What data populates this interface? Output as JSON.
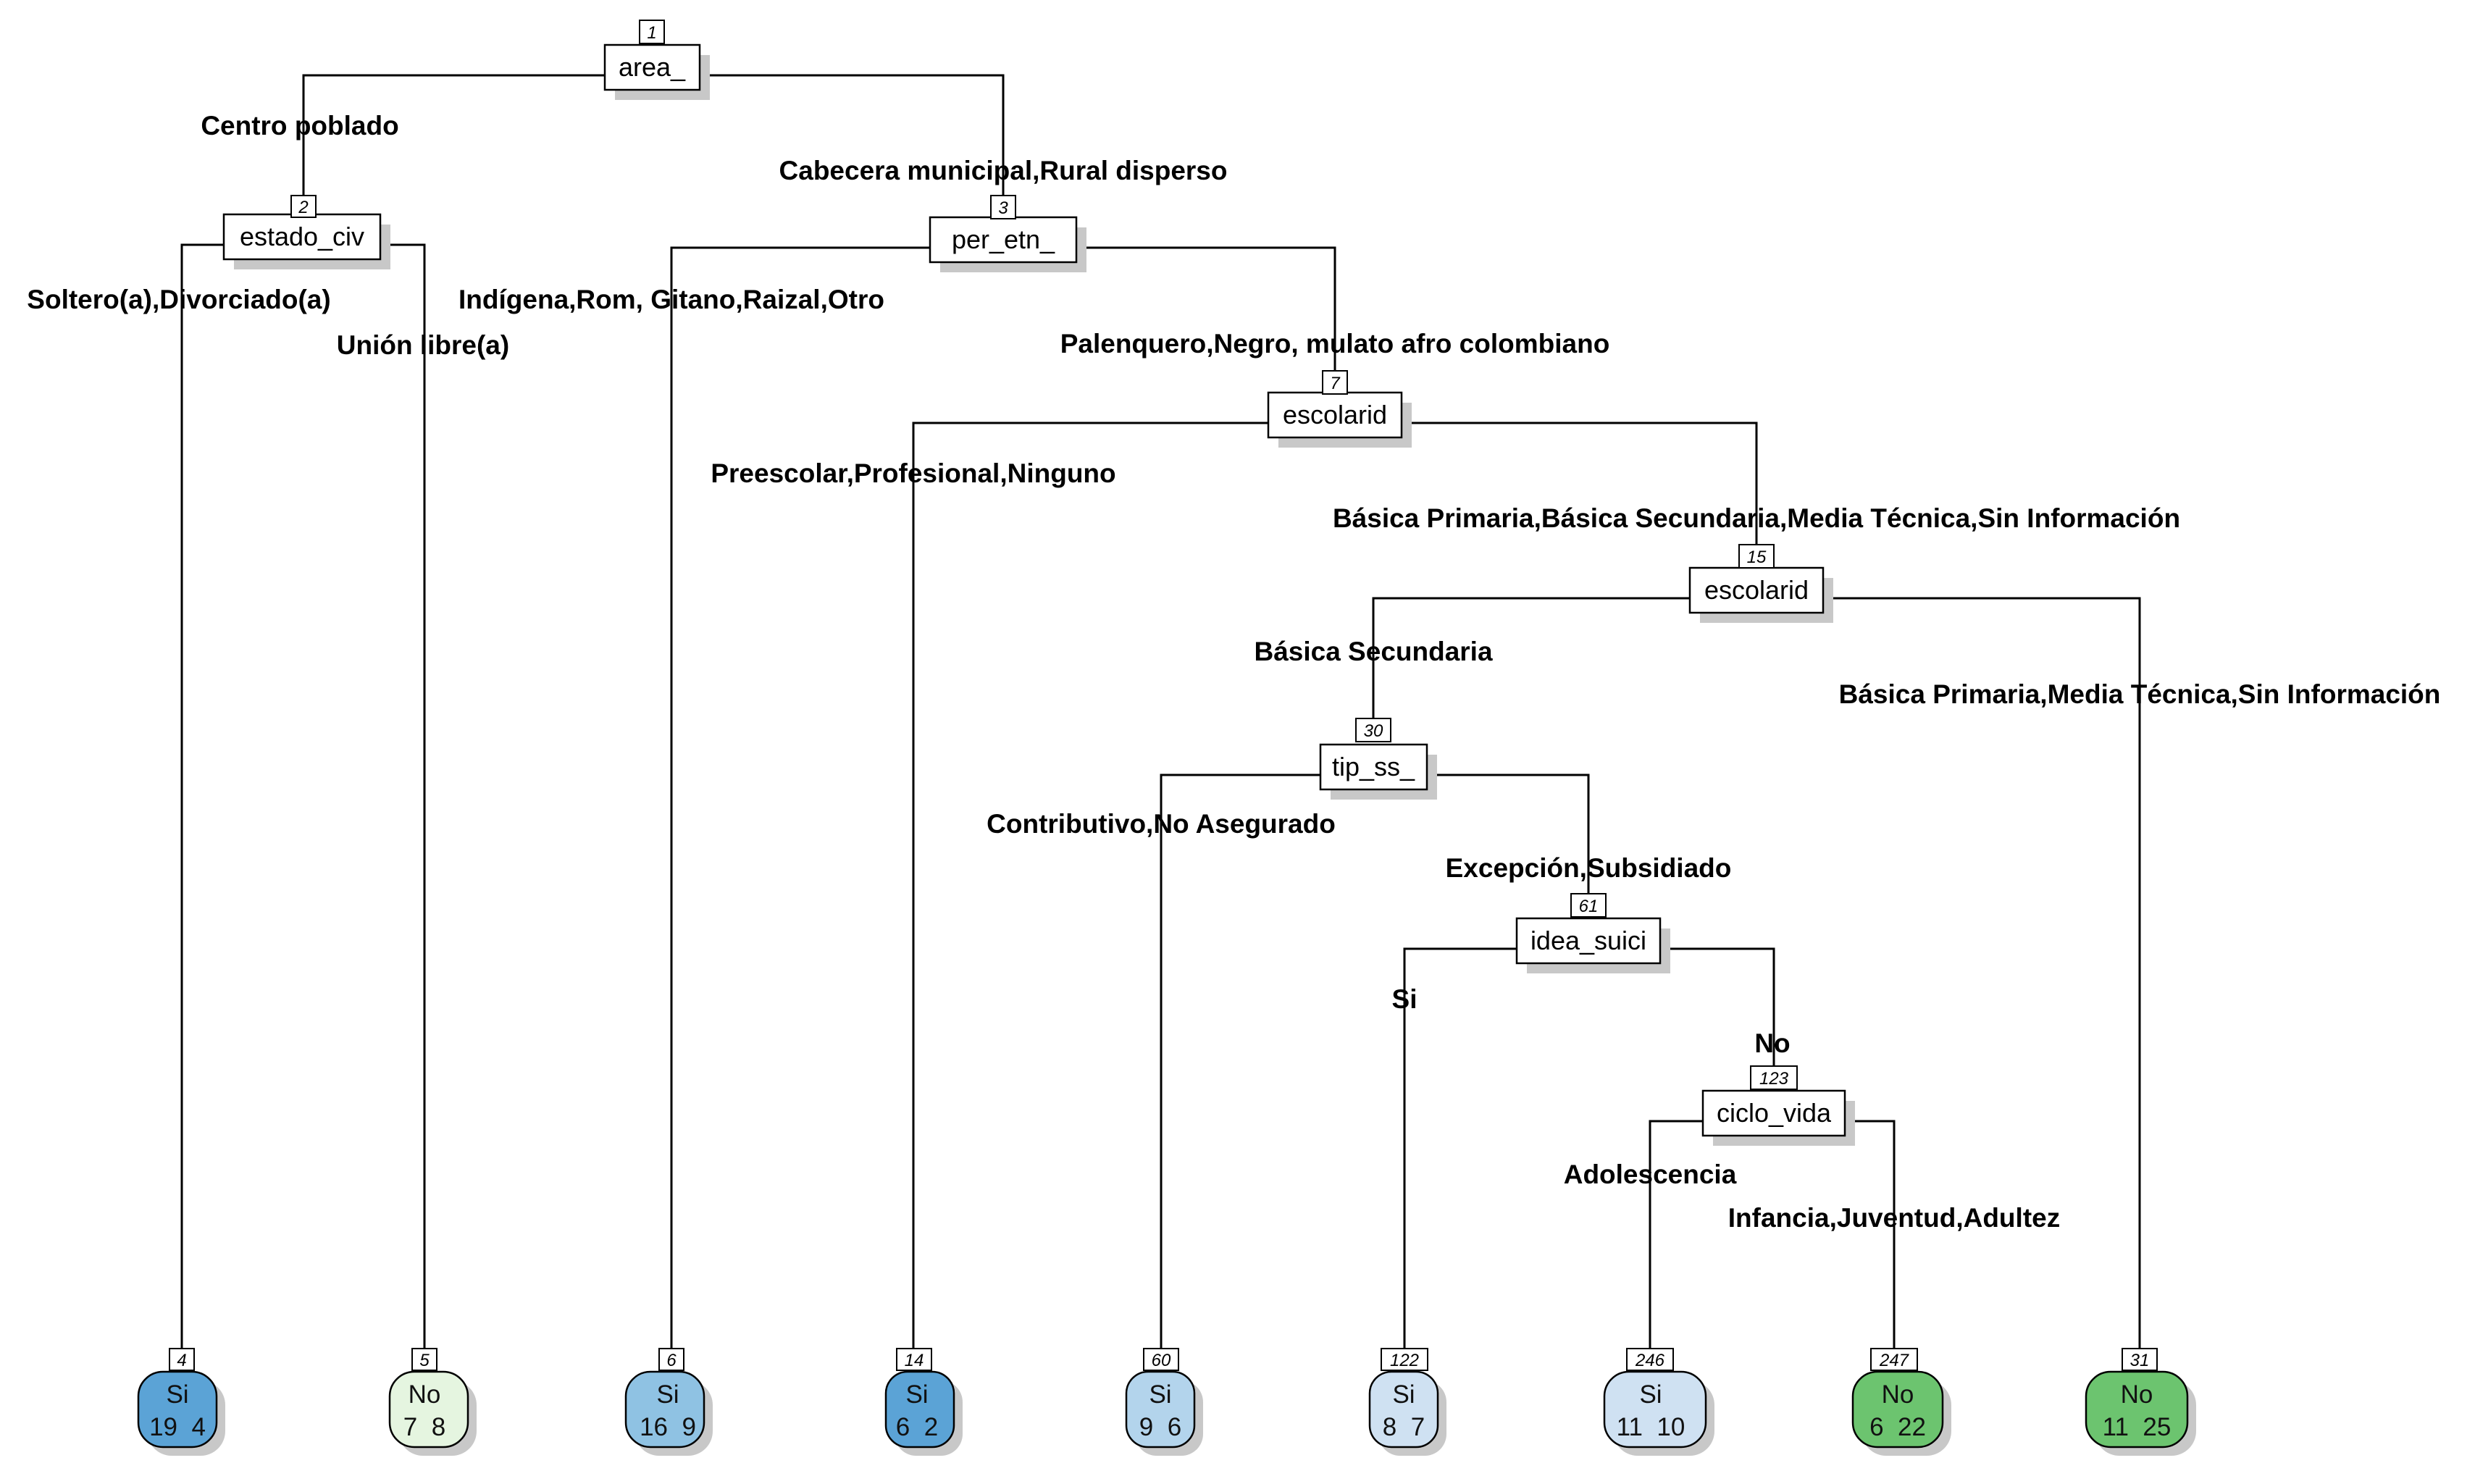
{
  "colors": {
    "si_dark": "#5ba3d6",
    "si_medium": "#8fc2e3",
    "si_light": "#b3d4ec",
    "si_pale": "#cfe1f2",
    "no_pale": "#e5f5e0",
    "no_green": "#6cc46f"
  },
  "nodes": {
    "n1": {
      "id": "1",
      "var": "area_"
    },
    "n2": {
      "id": "2",
      "var": "estado_civ"
    },
    "n3": {
      "id": "3",
      "var": "per_etn_"
    },
    "n7": {
      "id": "7",
      "var": "escolarid"
    },
    "n15": {
      "id": "15",
      "var": "escolarid"
    },
    "n30": {
      "id": "30",
      "var": "tip_ss_"
    },
    "n61": {
      "id": "61",
      "var": "idea_suici"
    },
    "n123": {
      "id": "123",
      "var": "ciclo_vida"
    }
  },
  "conditions": {
    "c1_left": "Centro poblado",
    "c1_right": "Cabecera municipal,Rural disperso",
    "c2_left": "Soltero(a),Divorciado(a)",
    "c2_right": "Unión libre(a)",
    "c3_left": "Indígena,Rom, Gitano,Raizal,Otro",
    "c3_right": "Palenquero,Negro, mulato afro colombiano",
    "c7_left": "Preescolar,Profesional,Ninguno",
    "c7_right": "Básica Primaria,Básica Secundaria,Media Técnica,Sin Información",
    "c15_left": "Básica Secundaria",
    "c15_right": "Básica Primaria,Media Técnica,Sin Información",
    "c30_left": "Contributivo,No Asegurado",
    "c30_right": "Excepción,Subsidiado",
    "c61_left": "Si",
    "c61_right": "No",
    "c123_left": "Adolescencia",
    "c123_right": "Infancia,Juventud,Adultez"
  },
  "leaves": {
    "l4": {
      "id": "4",
      "class": "Si",
      "counts": "19  4",
      "color": "#5ba3d6"
    },
    "l5": {
      "id": "5",
      "class": "No",
      "counts": "7  8",
      "color": "#e5f5e0"
    },
    "l6": {
      "id": "6",
      "class": "Si",
      "counts": "16  9",
      "color": "#8fc2e3"
    },
    "l14": {
      "id": "14",
      "class": "Si",
      "counts": "6  2",
      "color": "#5ba3d6"
    },
    "l60": {
      "id": "60",
      "class": "Si",
      "counts": "9  6",
      "color": "#b3d4ec"
    },
    "l122": {
      "id": "122",
      "class": "Si",
      "counts": "8  7",
      "color": "#cfe1f2"
    },
    "l246": {
      "id": "246",
      "class": "Si",
      "counts": "11  10",
      "color": "#cfe1f2"
    },
    "l247": {
      "id": "247",
      "class": "No",
      "counts": "6  22",
      "color": "#6cc46f"
    },
    "l31": {
      "id": "31",
      "class": "No",
      "counts": "11  25",
      "color": "#6cc46f"
    }
  }
}
